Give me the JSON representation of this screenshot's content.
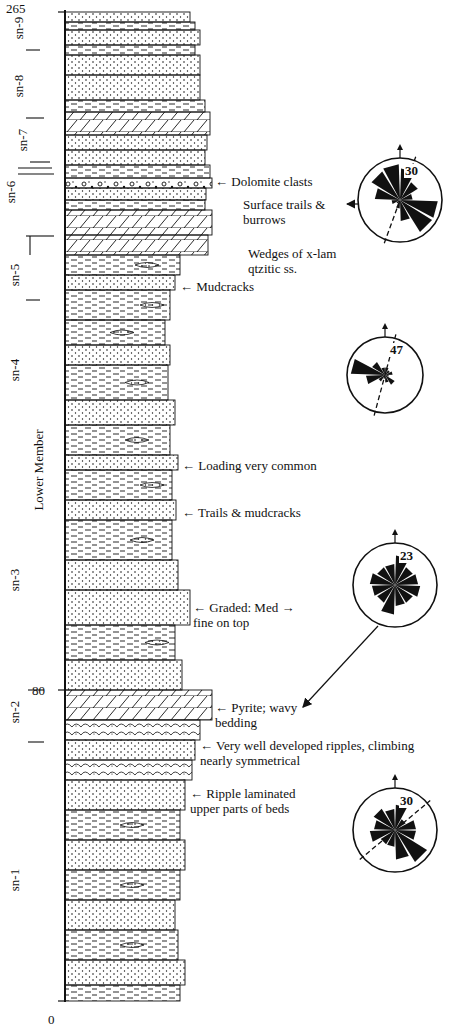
{
  "diagram": {
    "nodes": [
      {
        "text": [
          "30"
        ]
      },
      {
        "text": [
          "47"
        ]
      },
      {
        "text": [
          "23"
        ]
      },
      {
        "text": [
          "30"
        ]
      }
    ],
    "labels": [
      "265",
      "sn-9",
      "sn-8",
      "sn-7",
      "sn-6",
      "sn-5",
      "sn-4",
      "Lower Member",
      "sn-3",
      "80",
      "sn-2",
      "sn-1",
      "0",
      "← Dolomite clasts",
      "Surface trails & burrows",
      "Wedges of x-lam qtzitic ss.",
      "← Mudcracks",
      "← Loading very common",
      "← Trails & mudcracks",
      "← Graded: Med → fine on top",
      "← Pyrite; wavy bedding",
      "← Very well developed ripples, climbing nearly symmetrical",
      "← Ripple laminated upper parts of beds"
    ]
  }
}
